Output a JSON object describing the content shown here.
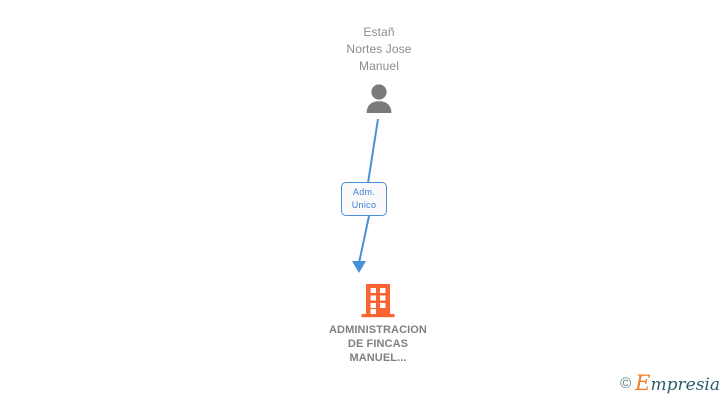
{
  "diagram": {
    "type": "org-chart",
    "background_color": "#ffffff",
    "person": {
      "name": "Estañ\nNortes Jose\nManuel",
      "name_lines": [
        "Estañ",
        "Nortes Jose",
        "Manuel"
      ],
      "icon": "person-icon",
      "icon_color": "#7a7a7a",
      "label_color": "#8c8c8c"
    },
    "role": {
      "lines": [
        "Adm.",
        "Unico"
      ],
      "line1": "Adm.",
      "line2": "Unico",
      "border_color": "#4a90d9",
      "text_color": "#3b7dd8",
      "fill_color": "#fafafa"
    },
    "company": {
      "name": "ADMINISTRACION\nDE FINCAS\nMANUEL...",
      "name_lines": [
        "ADMINISTRACION",
        "DE FINCAS",
        "MANUEL..."
      ],
      "icon": "building-icon",
      "icon_color": "#fa6432",
      "label_color": "#808080"
    },
    "connectors": {
      "color": "#4a90d9",
      "person_to_role": "line",
      "role_to_company": "arrow"
    }
  },
  "watermark": {
    "copyright": "©",
    "brand": "Empresia",
    "brand_initial": "E",
    "brand_rest": "mpresia",
    "initial_color": "#f07d2a",
    "text_color": "#2b5f6b"
  }
}
